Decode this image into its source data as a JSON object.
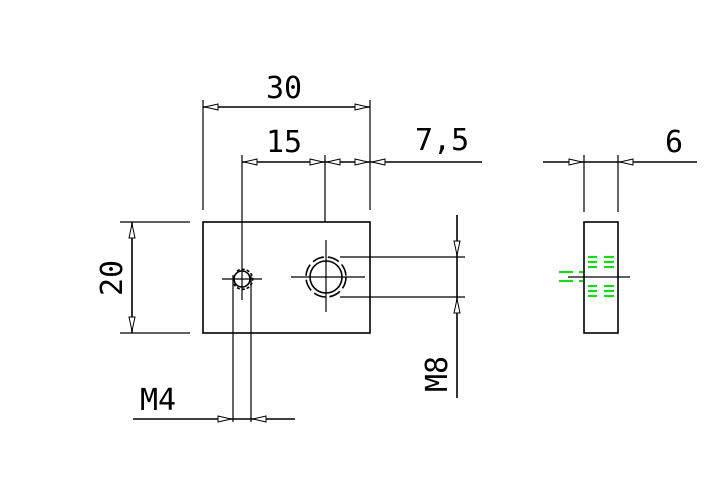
{
  "labels": {
    "width": "30",
    "hole_spacing": "15",
    "edge_offset": "7,5",
    "thickness": "6",
    "height": "20",
    "small_thread": "M4",
    "large_thread": "M8"
  },
  "colors": {
    "line": "#000000",
    "thread_hatch": "#1ed61e",
    "background": "#ffffff"
  }
}
